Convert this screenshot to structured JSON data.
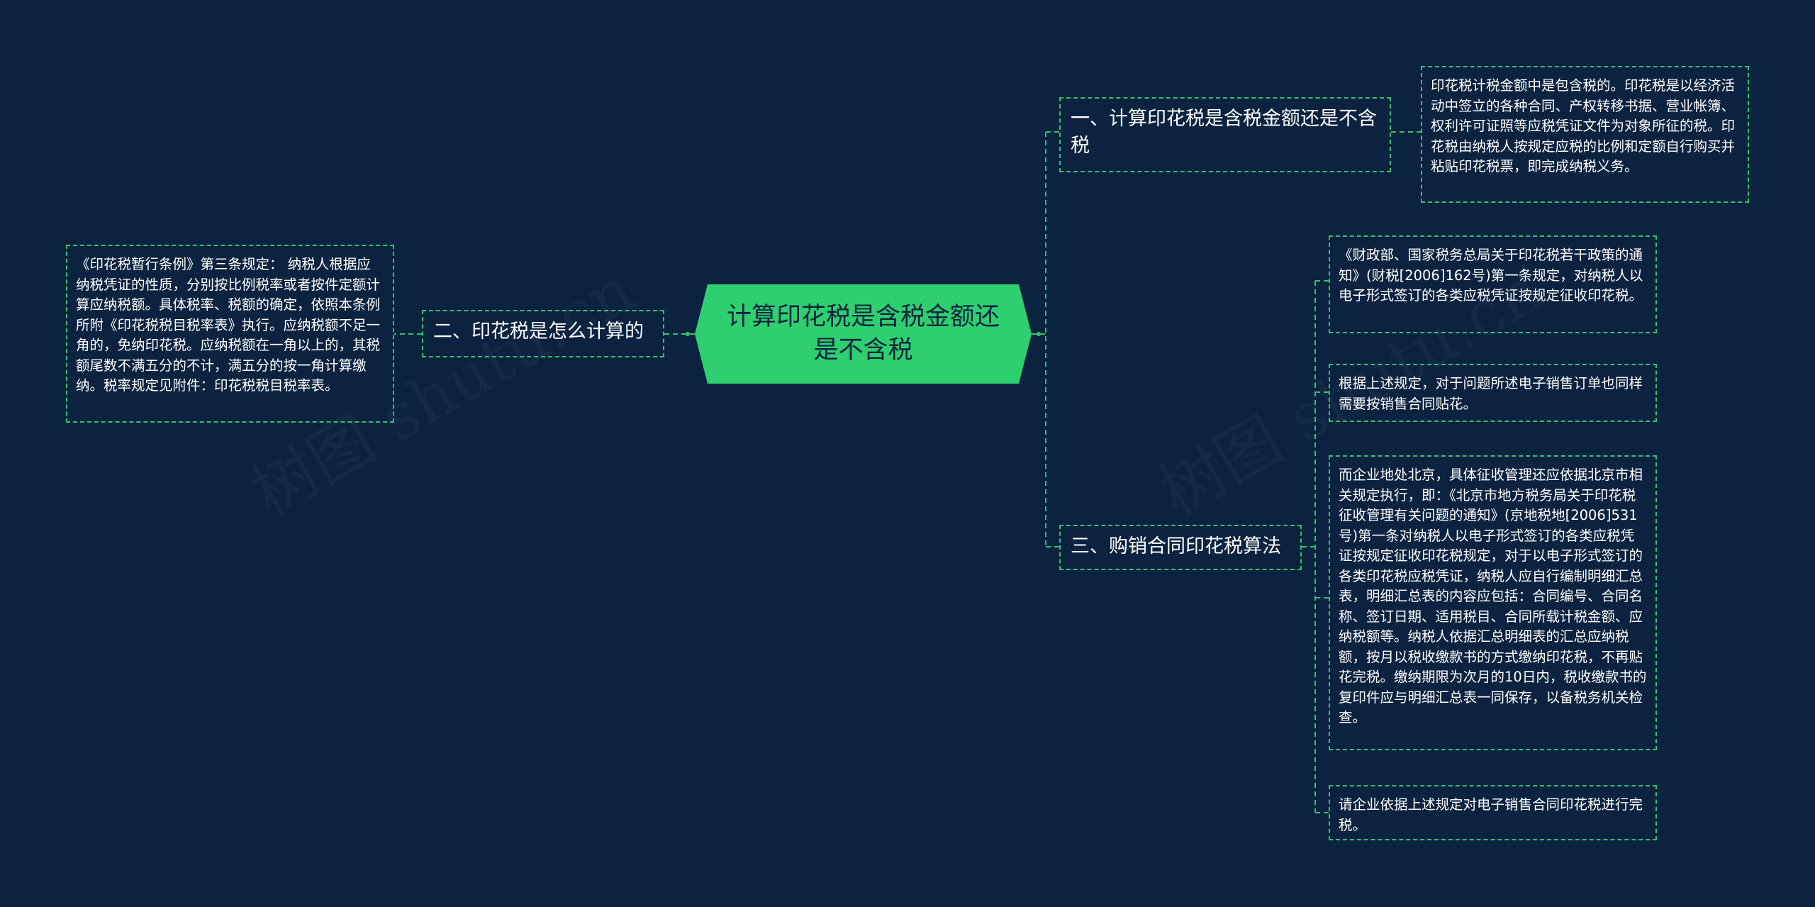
{
  "central": {
    "title": "计算印花税是含税金额还是不含税"
  },
  "watermark": "树图 shutu.cn",
  "colors": {
    "background": "#0b2340",
    "central_fill": "#2ecf6f",
    "line": "#34c06a",
    "text": "#ffffff"
  },
  "branches": {
    "b1": {
      "title": "一、计算印花税是含税金额还是不含税",
      "leaves": [
        "印花税计税金额中是包含税的。印花税是以经济活动中签立的各种合同、产权转移书据、营业帐簿、权利许可证照等应税凭证文件为对象所征的税。印花税由纳税人按规定应税的比例和定额自行购买并粘贴印花税票，即完成纳税义务。"
      ]
    },
    "b2": {
      "title": "二、印花税是怎么计算的",
      "leaves": [
        "《印花税暂行条例》第三条规定： 纳税人根据应纳税凭证的性质，分别按比例税率或者按件定额计算应纳税额。具体税率、税额的确定，依照本条例所附《印花税税目税率表》执行。应纳税额不足一角的，免纳印花税。应纳税额在一角以上的，其税额尾数不满五分的不计，满五分的按一角计算缴纳。税率规定见附件：印花税税目税率表。"
      ]
    },
    "b3": {
      "title": "三、购销合同印花税算法",
      "leaves": [
        "《财政部、国家税务总局关于印花税若干政策的通知》(财税[2006]162号)第一条规定，对纳税人以电子形式签订的各类应税凭证按规定征收印花税。",
        "根据上述规定，对于问题所述电子销售订单也同样需要按销售合同贴花。",
        "而企业地处北京，具体征收管理还应依据北京市相关规定执行，即：《北京市地方税务局关于印花税征收管理有关问题的通知》(京地税地[2006]531 号)第一条对纳税人以电子形式签订的各类应税凭证按规定征收印花税规定，对于以电子形式签订的各类印花税应税凭证，纳税人应自行编制明细汇总表，明细汇总表的内容应包括：合同编号、合同名称、签订日期、适用税目、合同所载计税金额、应纳税额等。纳税人依据汇总明细表的汇总应纳税额，按月以税收缴款书的方式缴纳印花税，不再贴花完税。缴纳期限为次月的10日内，税收缴款书的复印件应与明细汇总表一同保存，以备税务机关检查。",
        "请企业依据上述规定对电子销售合同印花税进行完税。"
      ]
    }
  }
}
